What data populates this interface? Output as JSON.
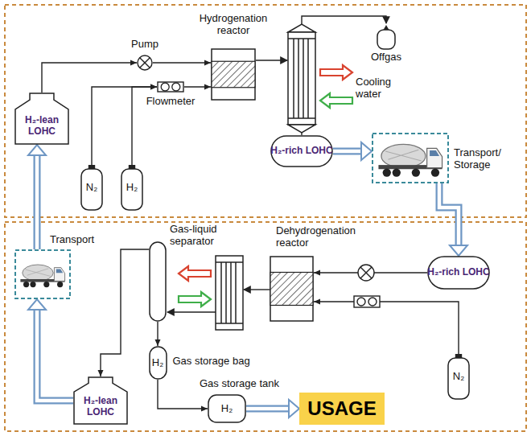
{
  "diagram": {
    "nodes": [
      {
        "text": [
          "H₂-lean LOHC"
        ]
      },
      {
        "text": [
          "Pump"
        ]
      },
      {
        "text": [
          "Hydrogenation reactor"
        ]
      },
      {
        "text": [
          "Offgas"
        ]
      },
      {
        "text": [
          "N₂"
        ]
      },
      {
        "text": [
          "H₂"
        ]
      },
      {
        "text": [
          "Flowmeter"
        ]
      },
      {
        "text": [
          "H₂-rich LOHC"
        ]
      },
      {
        "text": [
          "Transport/ Storage"
        ]
      },
      {
        "text": [
          "Transport"
        ]
      },
      {
        "text": [
          "Gas-liquid separator"
        ]
      },
      {
        "text": [
          "Dehydrogenation reactor"
        ]
      },
      {
        "text": [
          "H₂-rich LOHC"
        ]
      },
      {
        "text": [
          "H₂",
          "Gas storage bag"
        ]
      },
      {
        "text": [
          "N₂"
        ]
      },
      {
        "text": [
          "H₂-lean LOHC"
        ]
      },
      {
        "text": [
          "Gas storage tank",
          "H₂"
        ]
      },
      {
        "text": [
          "USAGE"
        ]
      }
    ],
    "edges": [
      {
        "from": 0,
        "to": 1,
        "arrow": "to"
      },
      {
        "from": 1,
        "to": 2,
        "arrow": "to"
      },
      {
        "from": 4,
        "to": 6,
        "arrow": "to"
      },
      {
        "from": 5,
        "to": 6,
        "arrow": "to"
      },
      {
        "from": 6,
        "to": 2,
        "arrow": "to"
      },
      {
        "from": 7,
        "to": 8,
        "arrow": "to"
      },
      {
        "from": 8,
        "to": 12,
        "arrow": "to"
      },
      {
        "from": 12,
        "to": 11,
        "arrow": "to"
      },
      {
        "from": 14,
        "to": 11,
        "arrow": "to"
      },
      {
        "from": 10,
        "to": 13,
        "arrow": "to"
      },
      {
        "from": 10,
        "to": 15,
        "arrow": "to"
      },
      {
        "from": 13,
        "to": 16,
        "arrow": "to"
      },
      {
        "from": 16,
        "to": 17,
        "arrow": "to"
      },
      {
        "from": 15,
        "to": 9,
        "arrow": "to"
      },
      {
        "from": 9,
        "to": 0,
        "arrow": "to"
      }
    ],
    "labels": [
      "Cooling water"
    ]
  }
}
